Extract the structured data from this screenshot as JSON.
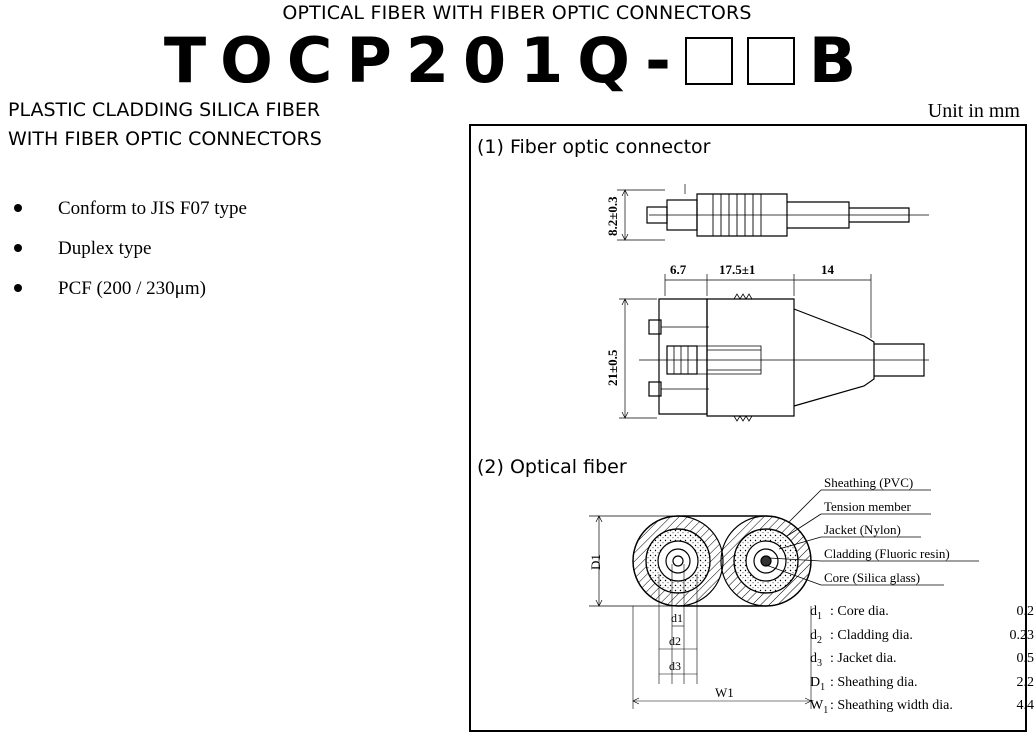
{
  "header": {
    "supertitle": "OPTICAL FIBER WITH FIBER OPTIC CONNECTORS",
    "title_prefix": "TOCP201Q-",
    "title_suffix": "B"
  },
  "subtitle": {
    "line1": "PLASTIC CLADDING SILICA FIBER",
    "line2": "WITH FIBER OPTIC CONNECTORS"
  },
  "unit": "Unit in mm",
  "features": [
    "Conform to JIS F07 type",
    "Duplex type",
    "PCF (200 / 230μm)"
  ],
  "connector": {
    "section_title": "(1) Fiber optic connector",
    "dim_height_side": "8.2±0.3",
    "dim_a": "6.7",
    "dim_b": "17.5±1",
    "dim_c": "14",
    "dim_height_top": "21±0.5"
  },
  "fiber": {
    "section_title": "(2) Optical fiber",
    "labels": {
      "sheathing": "Sheathing (PVC)",
      "tension": "Tension member",
      "jacket": "Jacket (Nylon)",
      "cladding": "Cladding (Fluoric resin)",
      "core": "Core (Silica glass)"
    },
    "dim_D1": "D1",
    "dim_d1": "d1",
    "dim_d2": "d2",
    "dim_d3": "d3",
    "dim_W1": "W1",
    "legend": [
      {
        "sym": "d",
        "sub": "1",
        "desc": ": Core dia.",
        "value": "0.2"
      },
      {
        "sym": "d",
        "sub": "2",
        "desc": ": Cladding dia.",
        "value": "0.23"
      },
      {
        "sym": "d",
        "sub": "3",
        "desc": ": Jacket dia.",
        "value": "0.5"
      },
      {
        "sym": "D",
        "sub": "1",
        "desc": ": Sheathing dia.",
        "value": "2.2"
      },
      {
        "sym": "W",
        "sub": "1",
        "desc": ": Sheathing width dia.",
        "value": "4.4"
      }
    ]
  }
}
